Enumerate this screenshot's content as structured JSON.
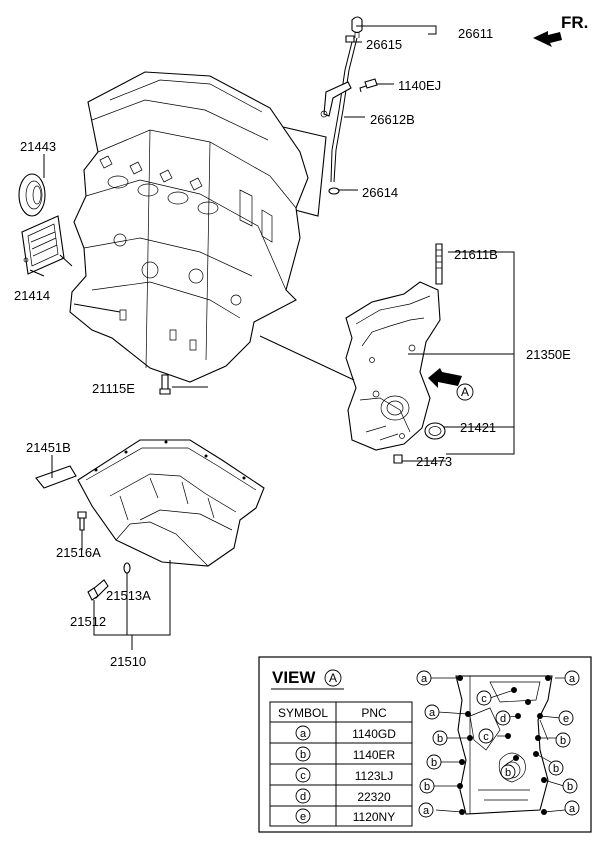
{
  "direction": {
    "label": "FR."
  },
  "view_marker": {
    "letter": "A"
  },
  "parts": {
    "p26611": "26611",
    "p26615": "26615",
    "p1140EJ": "1140EJ",
    "p26612B": "26612B",
    "p26614": "26614",
    "p21443": "21443",
    "p21414": "21414",
    "p21115E": "21115E",
    "p21611B": "21611B",
    "p21350E": "21350E",
    "p21421": "21421",
    "p21473": "21473",
    "p21451B": "21451B",
    "p21516A": "21516A",
    "p21513A": "21513A",
    "p21512": "21512",
    "p21510": "21510"
  },
  "view_box": {
    "title": "VIEW",
    "letter": "A",
    "table": {
      "headers": [
        "SYMBOL",
        "PNC"
      ],
      "rows": [
        {
          "symbol": "a",
          "pnc": "1140GD"
        },
        {
          "symbol": "b",
          "pnc": "1140ER"
        },
        {
          "symbol": "c",
          "pnc": "1123LJ"
        },
        {
          "symbol": "d",
          "pnc": "22320"
        },
        {
          "symbol": "e",
          "pnc": "1120NY"
        }
      ]
    },
    "callouts": {
      "a": "a",
      "b": "b",
      "c": "c",
      "d": "d",
      "e": "e"
    }
  }
}
